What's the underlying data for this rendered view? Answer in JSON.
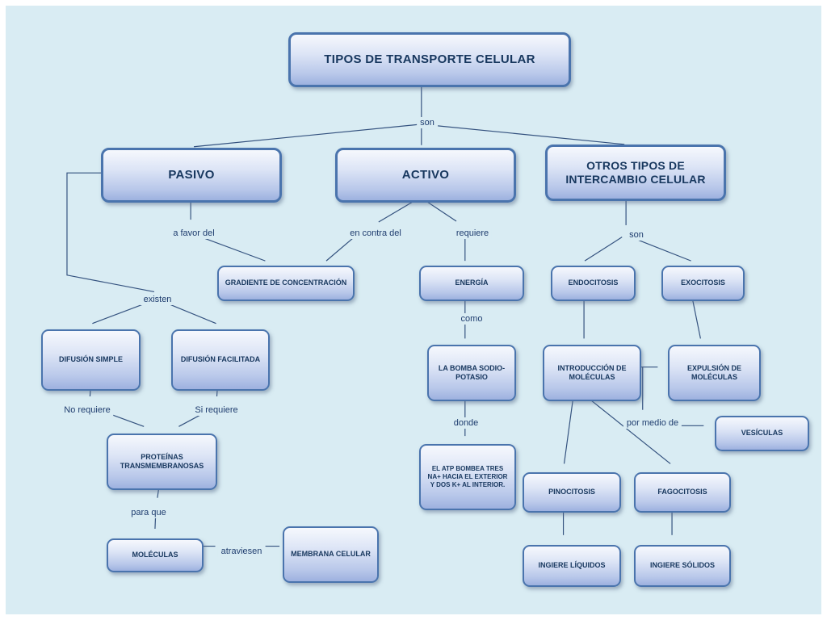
{
  "title": "TIPOS DE TRANSPORTE CELULAR",
  "colors": {
    "background": "#d9ecf3",
    "box_border": "#4a74ad",
    "box_fill_top": "#f6f8fd",
    "box_fill_bottom": "#9db1df",
    "text": "#17375e",
    "connector": "#33517e"
  },
  "nodes": {
    "pasivo": "PASIVO",
    "activo": "ACTIVO",
    "otros": "OTROS TIPOS DE INTERCAMBIO CELULAR",
    "gradiente": "GRADIENTE DE CONCENTRACIÓN",
    "energia": "ENERGÍA",
    "endocitosis": "ENDOCITOSIS",
    "exocitosis": "EXOCITOSIS",
    "difusion_simple": "DIFUSIÓN SIMPLE",
    "difusion_facilitada": "DIFUSIÓN FACILITADA",
    "bomba": "LA BOMBA SODIO-POTASIO",
    "introduccion": "INTRODUCCIÓN DE MOLÉCULAS",
    "expulsion": "EXPULSIÓN DE MOLÉCULAS",
    "atp": "EL ATP BOMBEA TRES NA+ HACIA EL EXTERIOR Y DOS K+ AL INTERIOR.",
    "vesiculas": "VESÍCULAS",
    "proteinas": "PROTEÍNAS TRANSMEMBRANOSAS",
    "pinocitosis": "PINOCITOSIS",
    "fagocitosis": "FAGOCITOSIS",
    "moleculas": "MOLÉCULAS",
    "membrana": "MEMBRANA CELULAR",
    "ingiere_liquidos": "INGIERE LÍQUIDOS",
    "ingiere_solidos": "INGIERE SÓLIDOS"
  },
  "edge_labels": {
    "son_root": "son",
    "a_favor_del": "a favor del",
    "en_contra_del": "en contra  del",
    "requiere": "requiere",
    "son_otros": "son",
    "existen": "existen",
    "como": "como",
    "donde": "donde",
    "no_requiere": "No requiere",
    "si_requiere": "Si requiere",
    "por_medio_de": "por medio de",
    "para_que": "para que",
    "atraviesen": "atraviesen"
  }
}
